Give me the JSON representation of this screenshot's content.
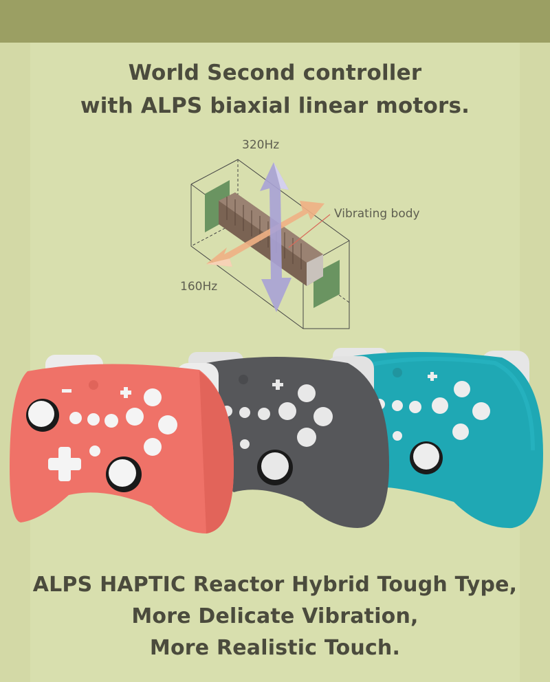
{
  "headline_top": {
    "line1": "World Second controller",
    "line2": "with ALPS biaxial linear motors."
  },
  "motor_diagram": {
    "label_vertical": "320Hz",
    "label_horizontal": "160Hz",
    "label_body": "Vibrating body"
  },
  "headline_bottom": {
    "line1": "ALPS HAPTIC Reactor Hybrid Tough Type,",
    "line2": "More Delicate Vibration,",
    "line3": "More Realistic Touch."
  },
  "controllers": [
    {
      "color_name": "coral",
      "color": "#ef7268"
    },
    {
      "color_name": "charcoal",
      "color": "#56575a"
    },
    {
      "color_name": "teal",
      "color": "#1fa8b4"
    }
  ],
  "colors": {
    "background": "#d8dfae",
    "top_band": "#9b9f63",
    "text": "#4b4b3d"
  }
}
